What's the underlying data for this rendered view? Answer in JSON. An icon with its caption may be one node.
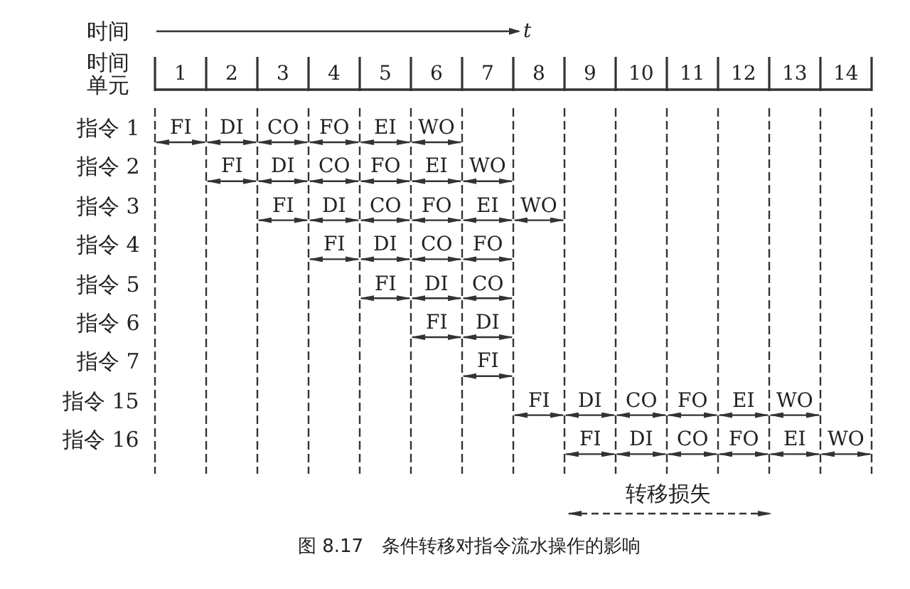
{
  "diagram": {
    "caption": "图 8.17　条件转移对指令流水操作的影响",
    "labels": [
      "时间",
      "t",
      "时间单元",
      "1",
      "2",
      "3",
      "4",
      "5",
      "6",
      "7",
      "8",
      "9",
      "10",
      "11",
      "12",
      "13",
      "14",
      "指令 1",
      "FI",
      "DI",
      "CO",
      "FO",
      "EI",
      "WO",
      "指令 2",
      "FI",
      "DI",
      "CO",
      "FO",
      "EI",
      "WO",
      "指令 3",
      "FI",
      "DI",
      "CO",
      "FO",
      "EI",
      "WO",
      "指令 4",
      "FI",
      "DI",
      "CO",
      "FO",
      "指令 5",
      "FI",
      "DI",
      "CO",
      "指令 6",
      "FI",
      "DI",
      "指令 7",
      "FI",
      "指令 15",
      "FI",
      "DI",
      "CO",
      "FO",
      "EI",
      "WO",
      "指令 16",
      "FI",
      "DI",
      "CO",
      "FO",
      "EI",
      "WO",
      "转移损失"
    ]
  }
}
